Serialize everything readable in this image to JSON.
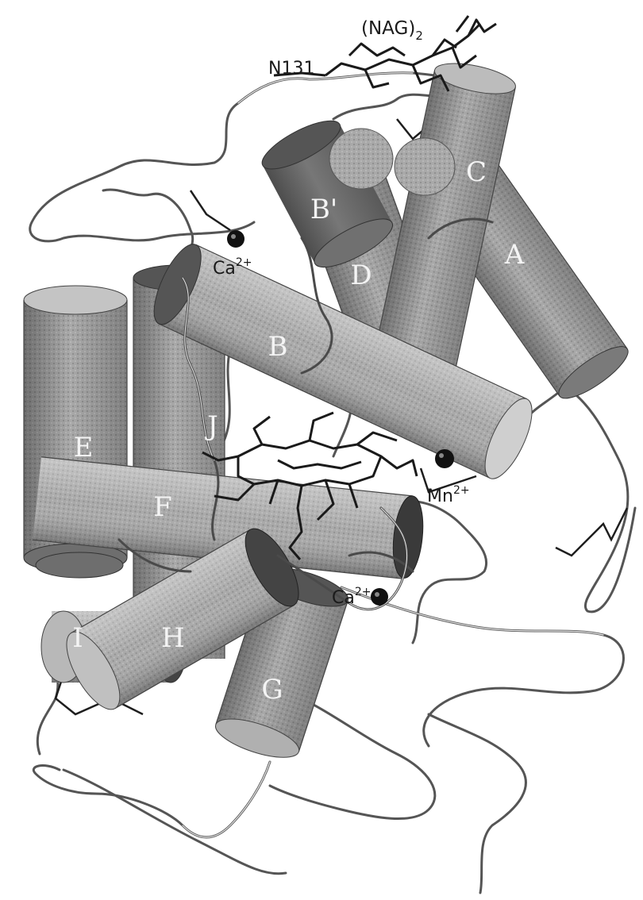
{
  "diagram": {
    "annotations": {
      "nag": "(NAG)",
      "nag_sub": "2",
      "n131": "N131",
      "ca_upper": "Ca",
      "ca_lower": "Ca",
      "ca_sup": "2+",
      "mn": "Mn",
      "mn_sup": "2+"
    },
    "helices": [
      {
        "id": "helix-a",
        "label": "A"
      },
      {
        "id": "helix-b",
        "label": "B"
      },
      {
        "id": "helix-b-prime",
        "label": "B'"
      },
      {
        "id": "helix-c",
        "label": "C"
      },
      {
        "id": "helix-d",
        "label": "D"
      },
      {
        "id": "helix-e",
        "label": "E"
      },
      {
        "id": "helix-f",
        "label": "F"
      },
      {
        "id": "helix-g",
        "label": "G"
      },
      {
        "id": "helix-h",
        "label": "H"
      },
      {
        "id": "helix-i",
        "label": "I"
      },
      {
        "id": "helix-j",
        "label": "J"
      }
    ]
  }
}
